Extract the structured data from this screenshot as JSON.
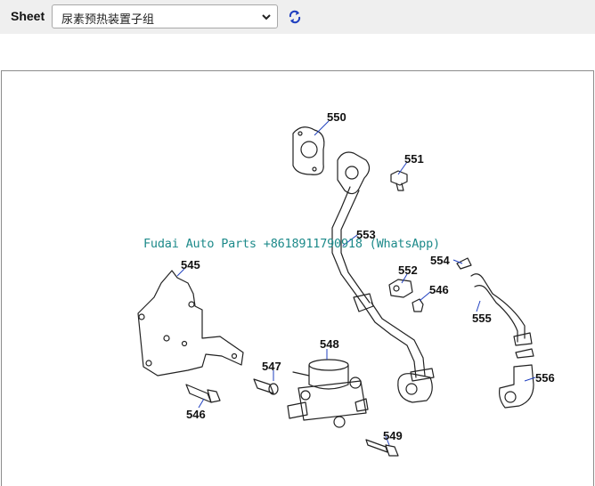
{
  "toolbar": {
    "sheet_label": "Sheet",
    "sheet_selected": "尿素预热装置子组",
    "refresh_icon": "refresh-icon"
  },
  "watermark": "Fudai Auto Parts +8618911790918 (WhatsApp)",
  "callouts": {
    "c550": "550",
    "c551": "551",
    "c553": "553",
    "c545": "545",
    "c552": "552",
    "c554": "554",
    "c546a": "546",
    "c555": "555",
    "c548": "548",
    "c547": "547",
    "c546b": "546",
    "c556": "556",
    "c549": "549"
  },
  "colors": {
    "accent_callout": "#1f3fbf",
    "line_art": "#222222",
    "watermark": "#1d8a8a"
  }
}
